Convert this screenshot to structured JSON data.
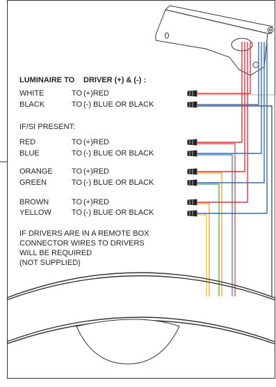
{
  "header": {
    "left": "LUMINAIRE TO",
    "right": "DRIVER (+) & (-) :"
  },
  "pairs": [
    {
      "left": "WHITE",
      "to": "TO",
      "right": "(+)RED"
    },
    {
      "left": "BLACK",
      "to": "TO",
      "right": "(-) BLUE OR BLACK"
    }
  ],
  "section_title": "IF/SI PRESENT:",
  "groups": [
    [
      {
        "left": "RED",
        "to": "TO",
        "right": "(+)RED"
      },
      {
        "left": "BLUE",
        "to": "TO",
        "right": "(-) BLUE OR BLACK"
      }
    ],
    [
      {
        "left": "ORANGE",
        "to": "TO",
        "right": "(+)RED"
      },
      {
        "left": "GREEN",
        "to": "TO",
        "right": "(-) BLUE OR BLACK"
      }
    ],
    [
      {
        "left": "BROWN",
        "to": "TO",
        "right": "(+)RED"
      },
      {
        "left": "YELLOW",
        "to": "TO",
        "right": "(-) BLUE OR BLACK"
      }
    ]
  ],
  "note_lines": [
    "IF DRIVERS ARE IN A REMOTE BOX",
    "CONNECTOR WIRES TO DRIVERS",
    "WILL BE REQUIRED",
    "(NOT SUPPLIED)"
  ],
  "wire_colors": {
    "red": "#e8323c",
    "blue": "#2f6fc4",
    "orange": "#f0961e",
    "green": "#3ba23b",
    "yellow": "#f2c200",
    "white": "#bdbdbd",
    "outline": "#333333"
  },
  "icons": [
    "wire-nut-icon",
    "mounting-bracket-icon"
  ]
}
